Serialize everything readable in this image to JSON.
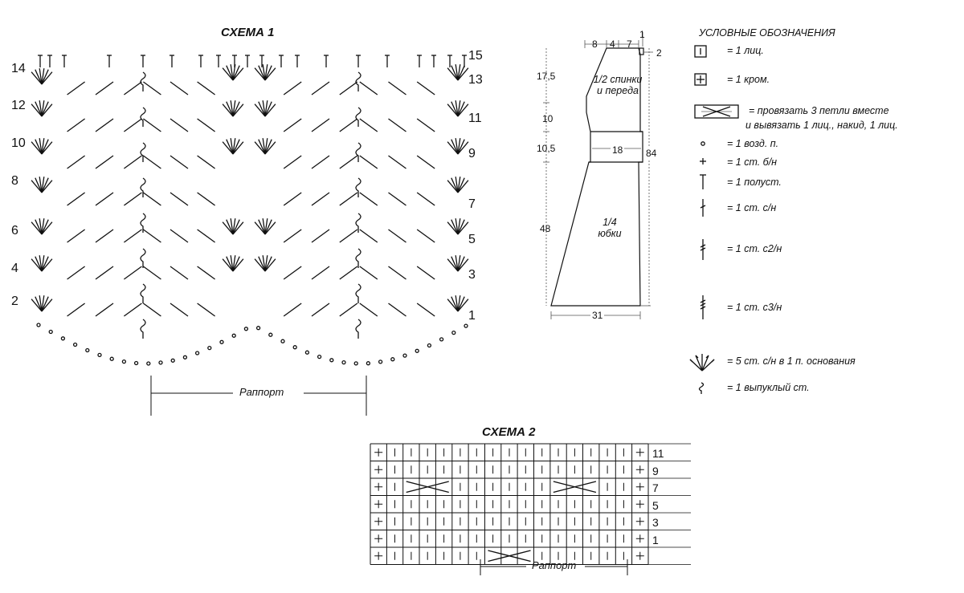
{
  "scheme1": {
    "title": "СХЕМА 1",
    "left_rows": [
      "14",
      "12",
      "10",
      "8",
      "6",
      "4",
      "2"
    ],
    "right_rows": [
      "15",
      "13",
      "11",
      "9",
      "7",
      "5",
      "3",
      "1"
    ],
    "repeat_label": "Раппорт"
  },
  "pattern": {
    "labels": [
      "8",
      "4",
      "7",
      "1",
      "2",
      "17,5",
      "10",
      "10,5",
      "18",
      "84",
      "48",
      "31"
    ],
    "bodice": "1/2 спинки и переда",
    "skirt": "1/4 юбки"
  },
  "legend": {
    "title": "УСЛОВНЫЕ ОБОЗНАЧЕНИЯ",
    "items": [
      "= 1 лиц.",
      "= 1 кром.",
      "= провязать 3 петли вместе",
      "и вывязать 1 лиц., накид, 1 лиц.",
      "= 1 возд. п.",
      "= 1 ст. б/н",
      "= 1 полуст.",
      "= 1 ст. с/н",
      "= 1 ст. с2/н",
      "= 1 ст. с3/н",
      "= 5 ст. с/н в 1 п. основания",
      "= 1 выпуклый ст."
    ]
  },
  "scheme2": {
    "title": "СХЕМА 2",
    "row_numbers": [
      "11",
      "9",
      "7",
      "5",
      "3",
      "1"
    ],
    "repeat_label": "Раппорт"
  }
}
